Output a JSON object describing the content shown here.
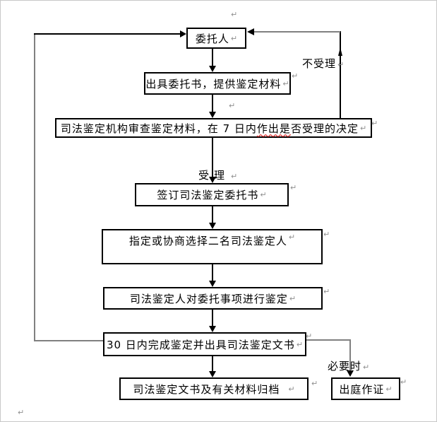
{
  "flowchart": {
    "boxes": {
      "client": "委托人",
      "issue": "出具委托书，提供鉴定材料",
      "review_pre": "司法鉴定机构审查鉴定材料，在 7 日内",
      "review_flagged": "作出是",
      "review_post": "否受理的决定",
      "sign": "签订司法鉴定委托书",
      "select": "指定或协商选择二名司法鉴定人",
      "conduct": "司法鉴定人对委托事项进行鉴定",
      "complete": "30 日内完成鉴定并出具司法鉴定文书",
      "archive": "司法鉴定文书及有关材料归档",
      "testify": "出庭作证"
    },
    "labels": {
      "accepted": "受理",
      "not_accepted": "不受理",
      "when_necessary": "必要时"
    },
    "formatting_mark": "↵",
    "colors": {
      "line": "#000000",
      "connector_gray": "#808080",
      "mark_gray": "#909090",
      "spellcheck": "#d40000",
      "background": "#ffffff"
    }
  }
}
